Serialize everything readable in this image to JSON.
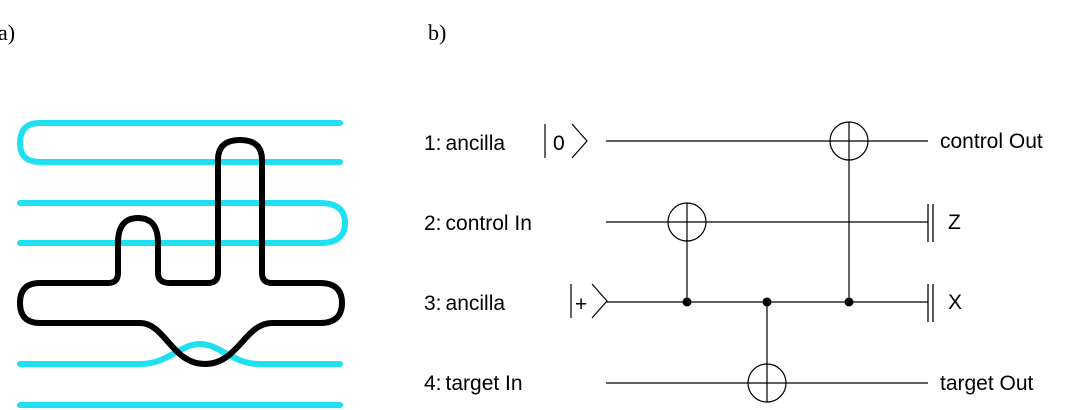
{
  "panels": {
    "a": {
      "label": "a)"
    },
    "b": {
      "label": "b)"
    }
  },
  "colors": {
    "cyan_strand": "#1ee0f0",
    "black_strand": "#000000",
    "wire": "#000000"
  },
  "circuit": {
    "inputs": [
      {
        "index": "1:",
        "name": "ancilla",
        "state": "0"
      },
      {
        "index": "2:",
        "name": "control In",
        "state": ""
      },
      {
        "index": "3:",
        "name": "ancilla",
        "state": "+"
      },
      {
        "index": "4:",
        "name": "target In",
        "state": ""
      }
    ],
    "outputs": {
      "control_out": "control Out",
      "measure_z": "Z",
      "measure_x": "X",
      "target_out": "target Out"
    }
  }
}
